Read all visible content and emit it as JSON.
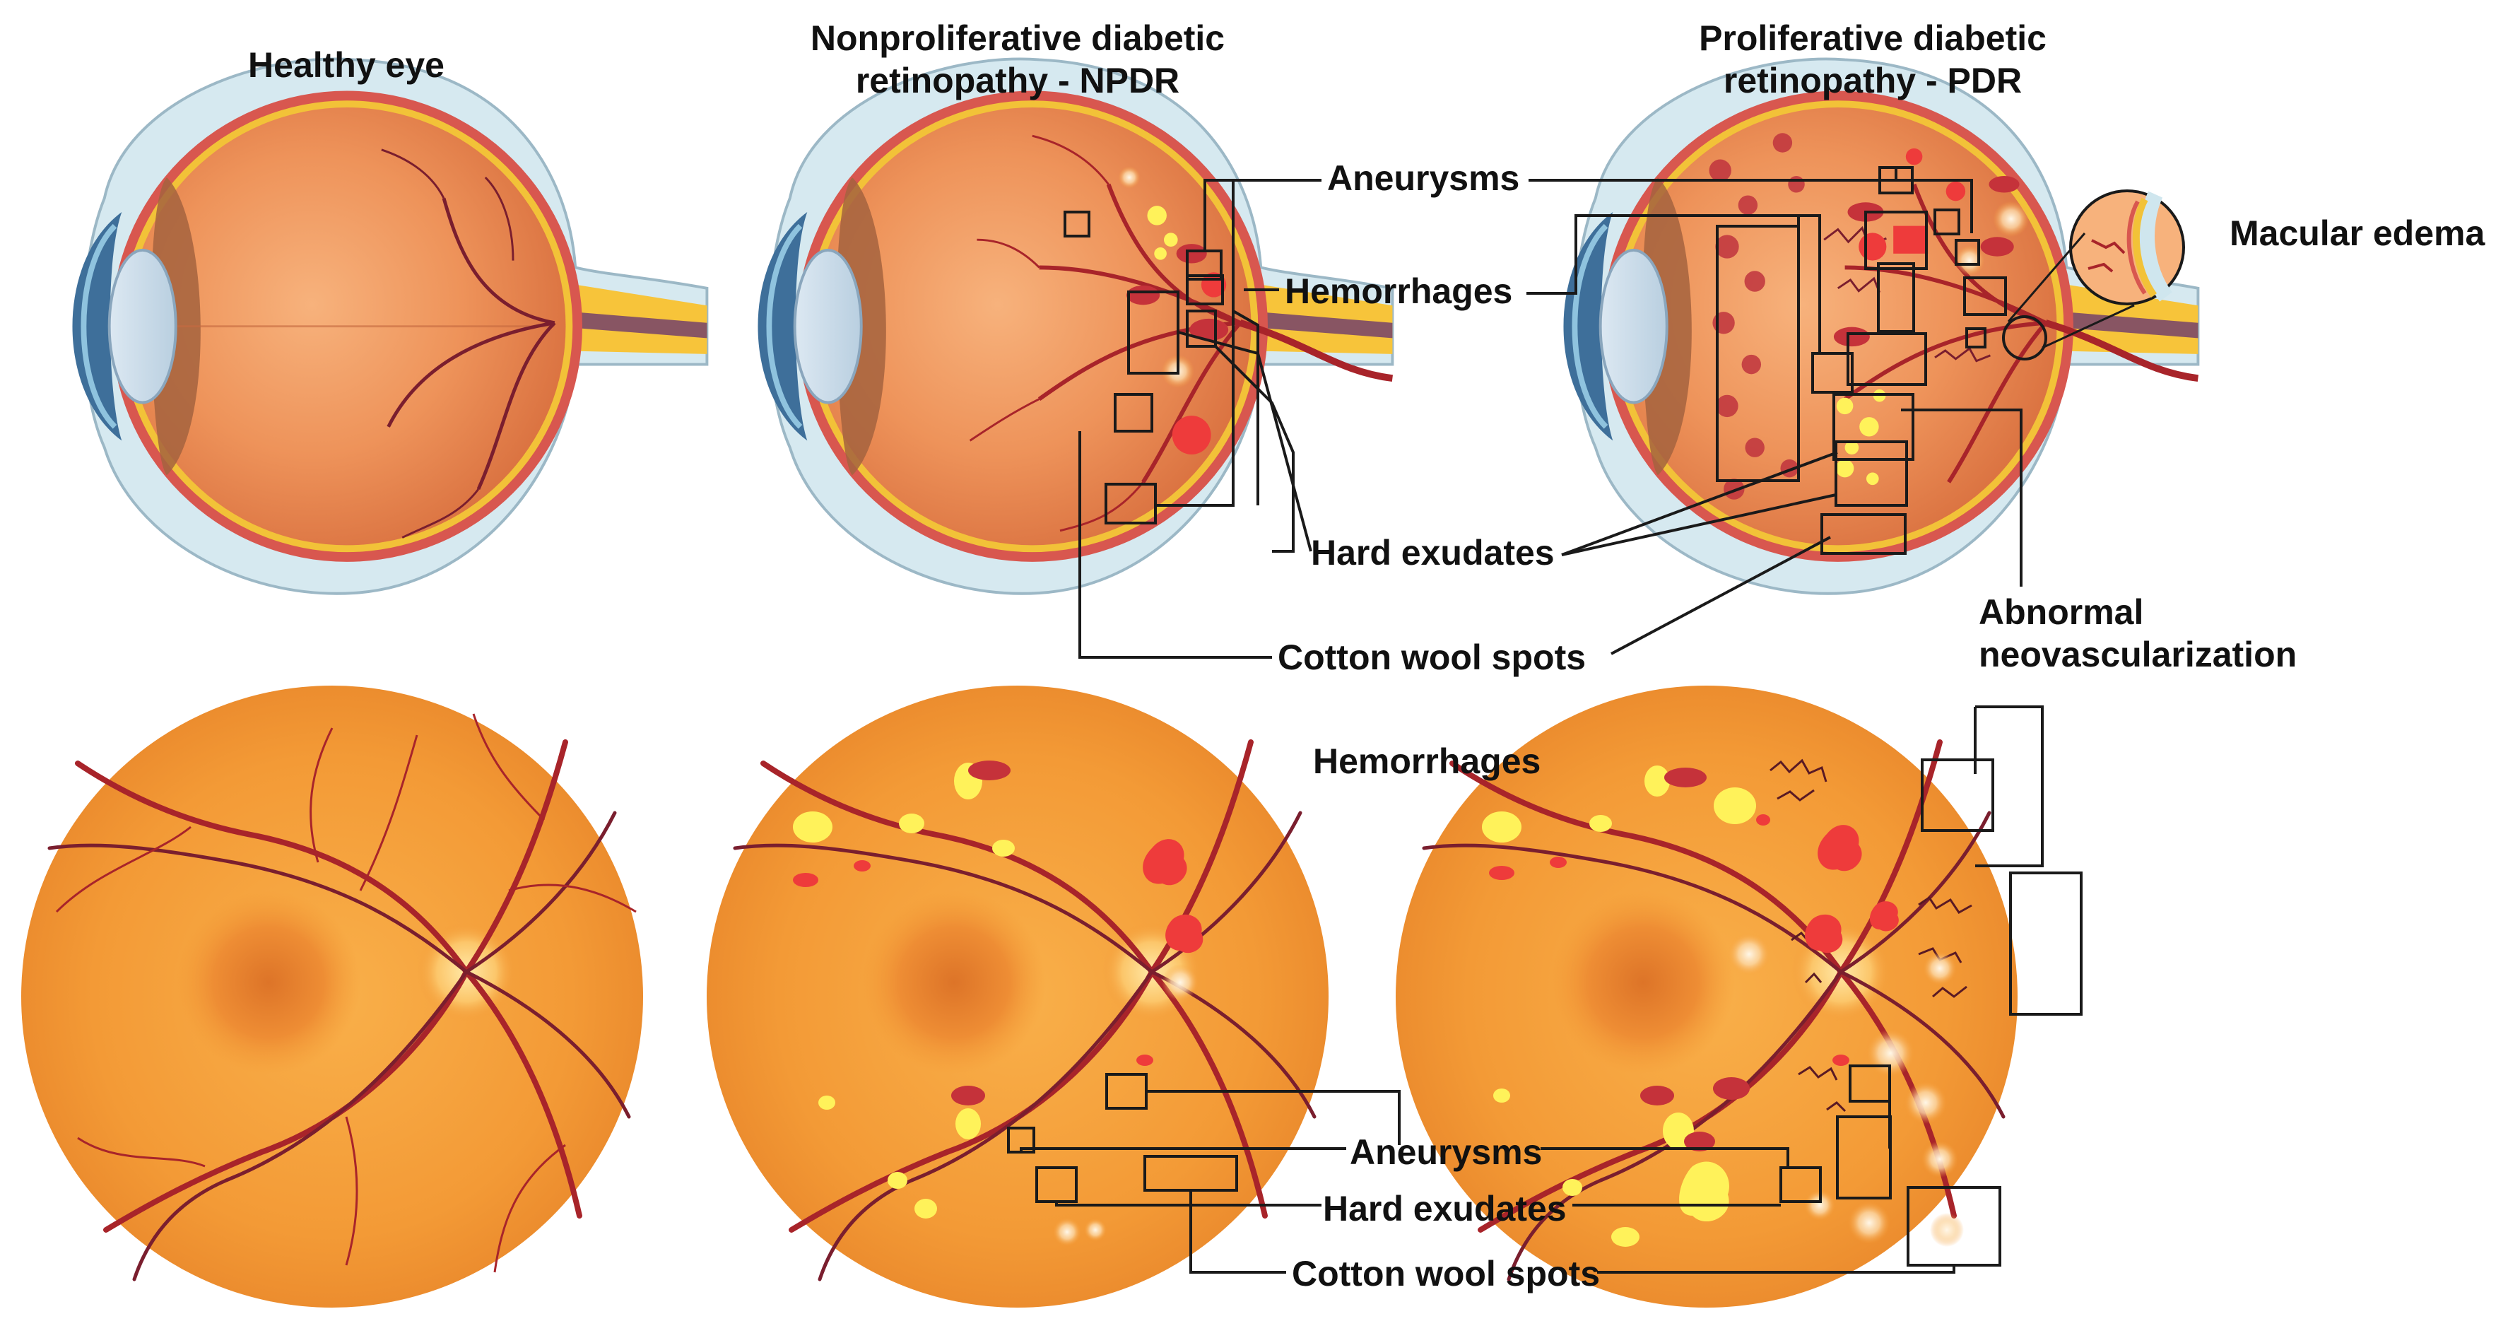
{
  "titles": {
    "healthy": "Healthy eye",
    "npdr_line1": "Nonproliferative diabetic",
    "npdr_line2": "retinopathy - NPDR",
    "pdr_line1": "Proliferative diabetic",
    "pdr_line2": "retinopathy - PDR"
  },
  "callouts": {
    "aneurysms_top": "Aneurysms",
    "hemorrhages_top": "Hemorrhages",
    "hard_exudates_top": "Hard exudates",
    "cotton_wool_top": "Cotton wool spots",
    "macular_edema": "Macular edema",
    "abnormal_neo_line1": "Abnormal",
    "abnormal_neo_line2": "neovascularization",
    "hemorrhages_bottom": "Hemorrhages",
    "aneurysms_bottom": "Aneurysms",
    "hard_exudates_bottom": "Hard exudates",
    "cotton_wool_bottom": "Cotton wool spots"
  },
  "colors": {
    "retina_orange": "#F6A03C",
    "retina_dark": "#E8842A",
    "vessel_red": "#A8242A",
    "vein_dark": "#7A1E2E",
    "hemorrhage_red": "#EE3B3B",
    "exudate_yellow": "#FFF25A",
    "sclera_blue": "#CFE6EE",
    "cornea_blue": "#3E6F9A",
    "optic_nerve_yellow": "#F7C43A",
    "box_stroke": "#1A1A1A"
  }
}
